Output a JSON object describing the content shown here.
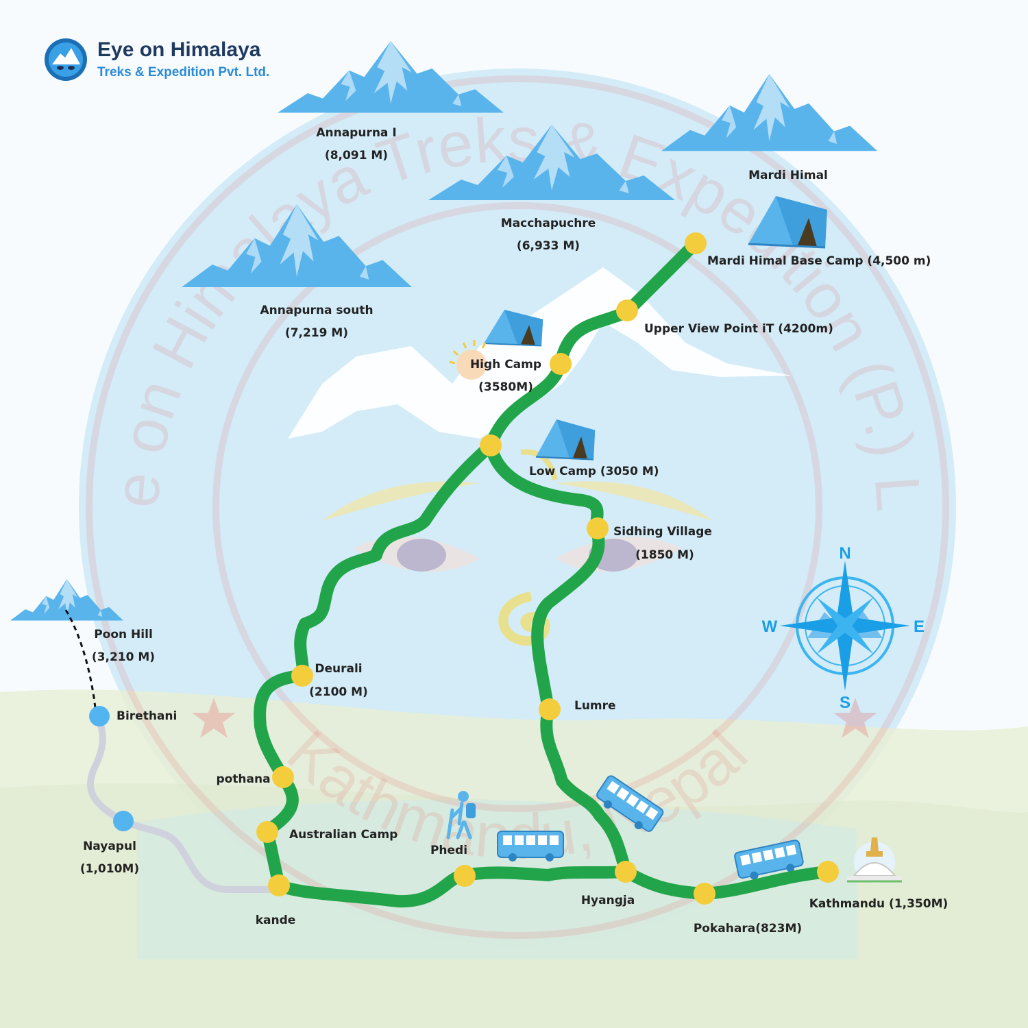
{
  "brand": {
    "title": "Eye on Himalaya",
    "subtitle": "Treks & Expedition Pvt. Ltd.",
    "title_color": "#1f3a5f",
    "subtitle_color": "#2a8ad8"
  },
  "watermark": {
    "top_text": "Eye on Himalaya Treks & Expedition (P.) Ltd.",
    "bottom_text": "Kathmandu, Nepal"
  },
  "colors": {
    "route_main": "#22a54a",
    "route_side": "#cfd2dc",
    "stop": "#f4cd3c",
    "side_stop": "#54b4f0",
    "mountain": "#5ab4ec",
    "tent": "#5ab4ec",
    "sky": "#d3ecf8",
    "watermark": "#e46a6a"
  },
  "peaks": [
    {
      "name": "Annapurna I",
      "elevation": "(8,091 M)"
    },
    {
      "name": "Macchapuchre",
      "elevation": "(6,933 M)"
    },
    {
      "name": "Annapurna south",
      "elevation": "(7,219 M)"
    },
    {
      "name": "Mardi Himal",
      "elevation": ""
    },
    {
      "name": "Poon Hill",
      "elevation": "(3,210 M)"
    }
  ],
  "stops": [
    {
      "name": "Mardi Himal Base Camp (4,500 m)",
      "elevation": ""
    },
    {
      "name": "Upper View Point iT (4200m)",
      "elevation": ""
    },
    {
      "name": "High Camp",
      "elevation": "(3580M)"
    },
    {
      "name": "Low Camp (3050 M)",
      "elevation": ""
    },
    {
      "name": "Sidhing Village",
      "elevation": "(1850 M)"
    },
    {
      "name": "Deurali",
      "elevation": "(2100 M)"
    },
    {
      "name": "Lumre",
      "elevation": ""
    },
    {
      "name": "pothana",
      "elevation": ""
    },
    {
      "name": "Australian Camp",
      "elevation": ""
    },
    {
      "name": "kande",
      "elevation": ""
    },
    {
      "name": "Phedi",
      "elevation": ""
    },
    {
      "name": "Hyangja",
      "elevation": ""
    },
    {
      "name": "Pokahara(823M)",
      "elevation": ""
    },
    {
      "name": "Kathmandu (1,350M)",
      "elevation": ""
    }
  ],
  "side_route": [
    {
      "name": "Birethani",
      "elevation": ""
    },
    {
      "name": "Nayapul",
      "elevation": "(1,010M)"
    }
  ],
  "compass": {
    "n": "N",
    "s": "S",
    "e": "E",
    "w": "W"
  },
  "icons": [
    "mountain-icon",
    "tent-icon",
    "bus-icon",
    "hiker-icon",
    "stupa-icon",
    "compass-rose-icon",
    "star-icon",
    "buddha-eyes-icon",
    "logo-emblem-icon"
  ]
}
